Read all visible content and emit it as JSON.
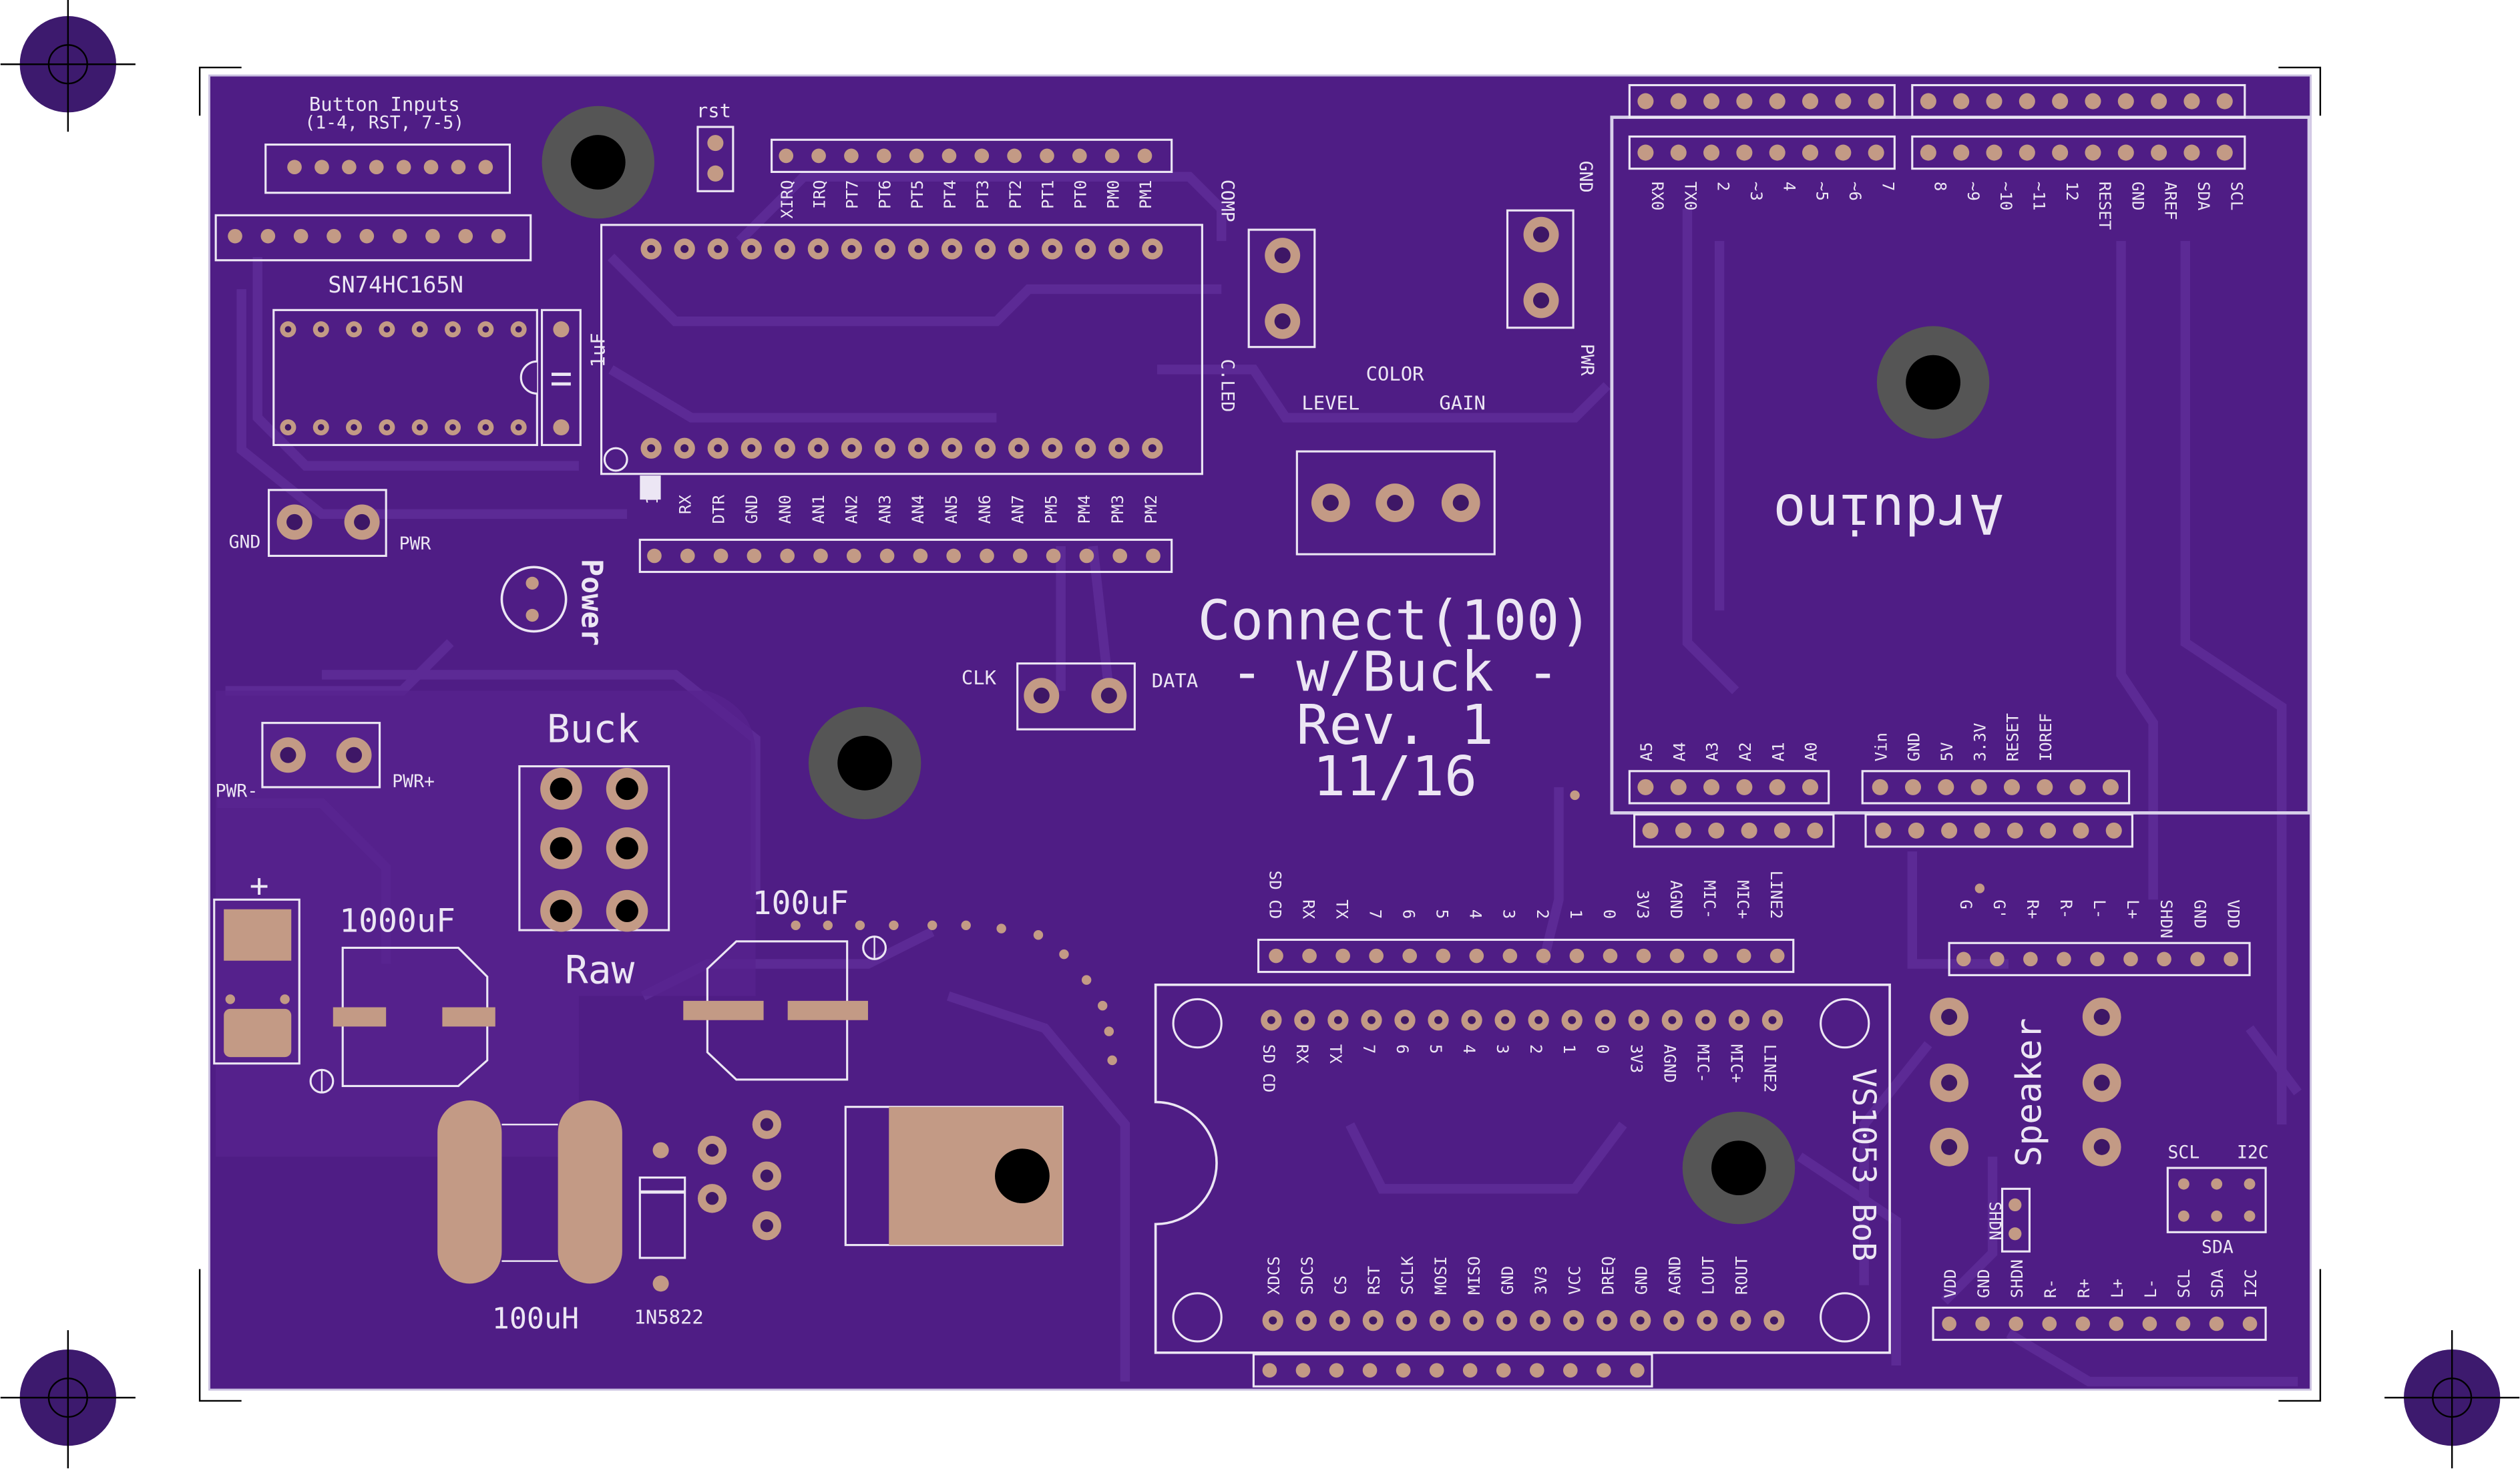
{
  "colors": {
    "background": "#ffffff",
    "board": "#4f1d85",
    "trace": "#5c2a95",
    "silk": "#ece6f4",
    "pad": "#c39a85",
    "hole": "#3e1766",
    "standoff": "#555555",
    "mark": "#3d1a6e"
  },
  "title": {
    "line1": "Connect(100)",
    "line2": "- w/Buck -",
    "line3": "Rev. 1",
    "line4": "11/16"
  },
  "labels": {
    "button_inputs": "Button Inputs",
    "button_inputs_sub": "(1-4, RST, 7-5)",
    "rst": "rst",
    "shift_register": "SN74HC165N",
    "cap_1uf": "1uF",
    "gnd": "GND",
    "pwr": "PWR",
    "power": "Power",
    "pwr_minus": "PWR-",
    "pwr_plus": "PWR+",
    "buck": "Buck",
    "raw": "Raw",
    "plus": "+",
    "cap_1000uf": "1000uF",
    "cap_100uf": "100uF",
    "inductor": "100uH",
    "diode": "1N5822",
    "comp": "COMP",
    "c_led": "C.LED",
    "color": "COLOR",
    "level": "LEVEL",
    "gain": "GAIN",
    "clk": "CLK",
    "data": "DATA",
    "arduino": "Arduino",
    "vs1053": "VS1053 BoB",
    "speaker": "Speaker",
    "scl": "SCL",
    "i2c": "I2C",
    "sda": "SDA",
    "shdn": "SHDN"
  },
  "pin_labels": {
    "mcu_top": [
      "XIRQ",
      "IRQ",
      "PT7",
      "PT6",
      "PT5",
      "PT4",
      "PT3",
      "PT2",
      "PT1",
      "PT0",
      "PM0",
      "PM1"
    ],
    "mcu_bottom": [
      "1",
      "RX",
      "DTR",
      "GND",
      "AN0",
      "AN1",
      "AN2",
      "AN3",
      "AN4",
      "AN5",
      "AN6",
      "AN7",
      "PM5",
      "PM4",
      "PM3",
      "PM2"
    ],
    "arduino_top": [
      "RX0",
      "TX0",
      "2",
      "~3",
      "4",
      "~5",
      "~6",
      "7",
      "8",
      "~9",
      "~10",
      "~11",
      "12",
      "RESET",
      "GND",
      "AREF",
      "SDA",
      "SCL"
    ],
    "arduino_analog": [
      "A5",
      "A4",
      "A3",
      "A2",
      "A1",
      "A0"
    ],
    "arduino_power": [
      "Vin",
      "GND",
      "5V",
      "3.3V",
      "RESET",
      "IOREF"
    ],
    "vs_top": [
      "SD CD",
      "RX",
      "TX",
      "7",
      "6",
      "5",
      "4",
      "3",
      "2",
      "1",
      "0",
      "3V3",
      "AGND",
      "MIC-",
      "MIC+",
      "LINE2"
    ],
    "vs_bottom": [
      "XDCS",
      "SDCS",
      "CS",
      "RST",
      "SCLK",
      "MOSI",
      "MISO",
      "GND",
      "3V3",
      "VCC",
      "DREQ",
      "GND",
      "AGND",
      "LOUT",
      "ROUT"
    ],
    "amp_top": [
      "G",
      "G'",
      "R+",
      "R-",
      "L-",
      "L+",
      "SHDN",
      "GND",
      "VDD"
    ],
    "amp_bottom": [
      "VDD",
      "GND",
      "SHDN",
      "R-",
      "R+",
      "L+",
      "L-",
      "SCL",
      "SDA",
      "I2C"
    ]
  }
}
